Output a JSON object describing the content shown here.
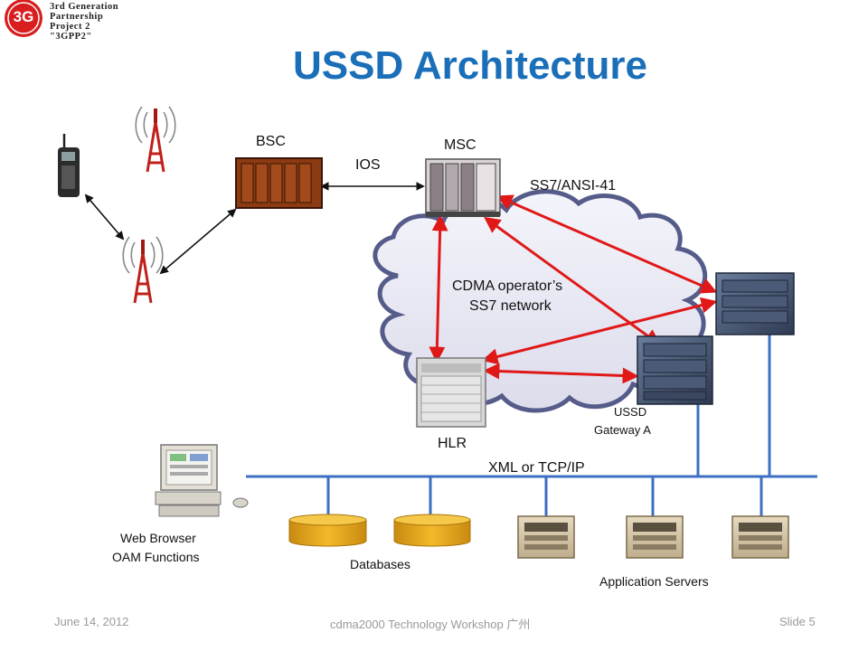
{
  "logo": {
    "badge": "3G",
    "lines": [
      "3rd Generation",
      "Partnership",
      "Project 2",
      "\"3GPP2\""
    ]
  },
  "title": "USSD Architecture",
  "labels": {
    "bsc": "BSC",
    "msc": "MSC",
    "ios": "IOS",
    "ss7_ansi41": "SS7/ANSI-41",
    "cloud_line1": "CDMA operator’s",
    "cloud_line2": "SS7 network",
    "hlr": "HLR",
    "ussd_line1": "USSD",
    "ussd_line2": "Gateway A",
    "xml": "XML or TCP/IP",
    "web_line1": "Web Browser",
    "web_line2": "OAM Functions",
    "databases": "Databases",
    "app_servers": "Application Servers"
  },
  "footer": {
    "date": "June 14, 2012",
    "center": "cdma2000 Technology Workshop 广州",
    "slide": "Slide 5"
  },
  "colors": {
    "title": "#1a6fb8",
    "bus": "#3d6fc2",
    "link_red": "#e01818",
    "database": "#e8a818",
    "bsc": "#8b3a12"
  }
}
